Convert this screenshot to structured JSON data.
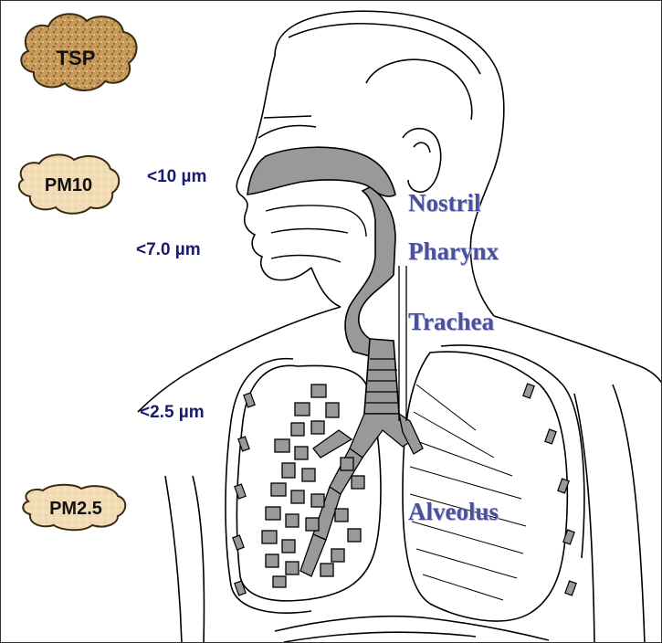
{
  "particle_classes": [
    {
      "label": "TSP",
      "fill": "#c79a5a"
    },
    {
      "label": "PM10",
      "fill": "#f2dcb6"
    },
    {
      "label": "PM2.5",
      "fill": "#f2dcb6"
    }
  ],
  "size_thresholds": [
    "<10 µm",
    "<7.0 µm",
    "<2.5 µm"
  ],
  "organs": [
    "Nostril",
    "Pharynx",
    "Trachea",
    "Alveolus"
  ],
  "colors": {
    "airway_fill": "#999999",
    "line": "#000000",
    "organ_label": "#4a4f9e",
    "size_label": "#1a1a6e"
  }
}
